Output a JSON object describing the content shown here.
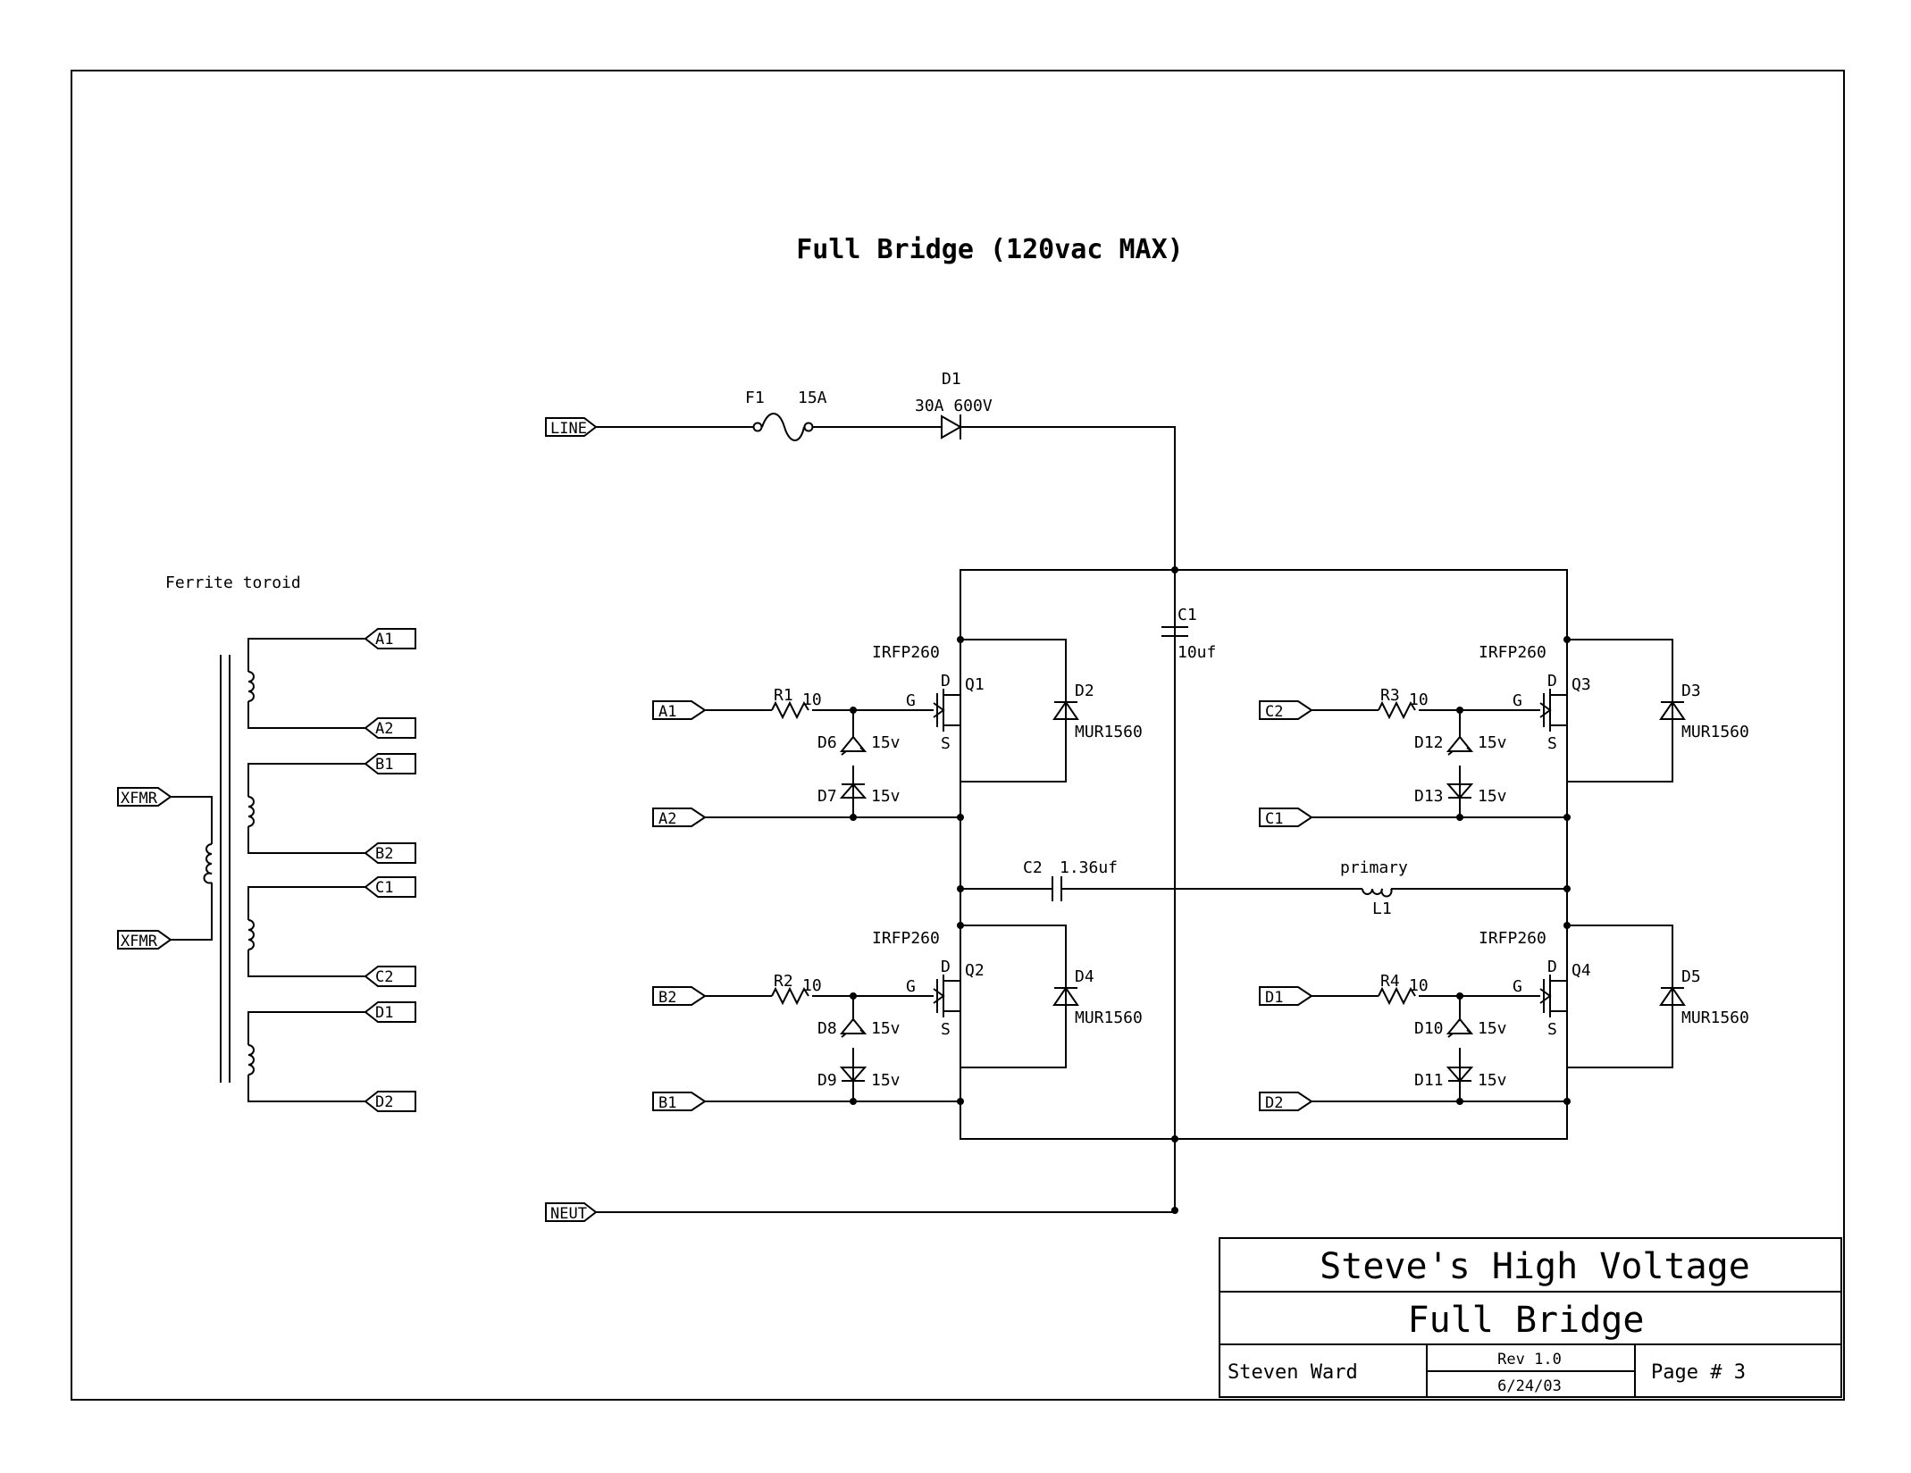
{
  "title": "Full Bridge (120vac MAX)",
  "toroid_label": "Ferrite toroid",
  "ports": {
    "line": "LINE",
    "neut": "NEUT",
    "xfmr": [
      "XFMR",
      "XFMR"
    ],
    "toroid": [
      "A1",
      "A2",
      "B1",
      "B2",
      "C1",
      "C2",
      "D1",
      "D2"
    ],
    "gates_left": [
      "A1",
      "A2",
      "B2",
      "B1"
    ],
    "gates_right": [
      "C2",
      "C1",
      "D1",
      "D2"
    ]
  },
  "components": {
    "fuse": {
      "ref": "F1",
      "value": "15A"
    },
    "input_diode": {
      "ref": "D1",
      "value": "30A 600V"
    },
    "c1": {
      "ref": "C1",
      "value": "10uf"
    },
    "c2": {
      "ref": "C2",
      "value": "1.36uf"
    },
    "l1": {
      "ref": "L1",
      "value": "primary"
    },
    "mosfets": [
      {
        "ref": "Q1",
        "part": "IRFP260"
      },
      {
        "ref": "Q2",
        "part": "IRFP260"
      },
      {
        "ref": "Q3",
        "part": "IRFP260"
      },
      {
        "ref": "Q4",
        "part": "IRFP260"
      }
    ],
    "pins": {
      "d": "D",
      "g": "G",
      "s": "S"
    },
    "resistors": [
      {
        "ref": "R1",
        "value": "10"
      },
      {
        "ref": "R2",
        "value": "10"
      },
      {
        "ref": "R3",
        "value": "10"
      },
      {
        "ref": "R4",
        "value": "10"
      }
    ],
    "body_diodes": [
      {
        "ref": "D2",
        "part": "MUR1560"
      },
      {
        "ref": "D4",
        "part": "MUR1560"
      },
      {
        "ref": "D3",
        "part": "MUR1560"
      },
      {
        "ref": "D5",
        "part": "MUR1560"
      }
    ],
    "zeners": [
      {
        "ref": "D6",
        "value": "15v"
      },
      {
        "ref": "D7",
        "value": "15v"
      },
      {
        "ref": "D8",
        "value": "15v"
      },
      {
        "ref": "D9",
        "value": "15v"
      },
      {
        "ref": "D12",
        "value": "15v"
      },
      {
        "ref": "D13",
        "value": "15v"
      },
      {
        "ref": "D10",
        "value": "15v"
      },
      {
        "ref": "D11",
        "value": "15v"
      }
    ]
  },
  "title_block": {
    "company": "Steve's High Voltage",
    "sheet_title": "Full Bridge",
    "author": "Steven Ward",
    "revision": "Rev 1.0",
    "date": "6/24/03",
    "page": "Page # 3"
  }
}
